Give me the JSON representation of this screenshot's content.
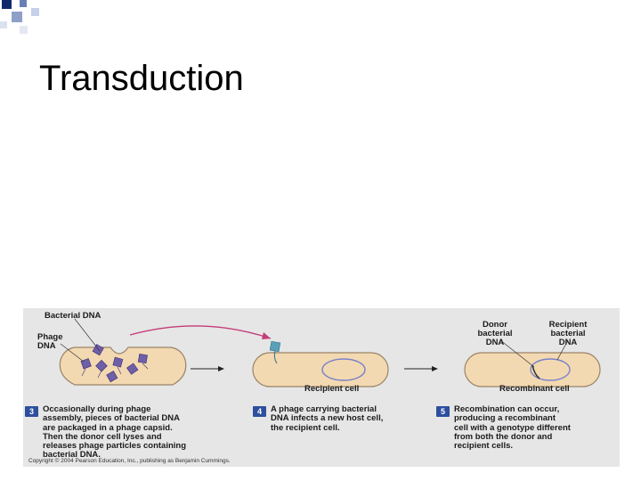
{
  "slide": {
    "title": "Transduction"
  },
  "figure": {
    "labels": {
      "bacterial_dna": "Bacterial DNA",
      "phage_dna_1": "Phage",
      "phage_dna_2": "DNA",
      "donor_dna_1": "Donor",
      "donor_dna_2": "bacterial",
      "donor_dna_3": "DNA",
      "recipient_dna_1": "Recipient",
      "recipient_dna_2": "bacterial",
      "recipient_dna_3": "DNA",
      "recipient_cell": "Recipient cell",
      "recombinant_cell": "Recombinant cell"
    },
    "steps": [
      {
        "num": "3",
        "lines": [
          "Occasionally during phage",
          "assembly, pieces of bacterial DNA",
          "are packaged in a phage capsid.",
          "Then the donor cell lyses and",
          "releases phage particles containing",
          "bacterial DNA."
        ]
      },
      {
        "num": "4",
        "lines": [
          "A phage carrying bacterial",
          "DNA infects a new host cell,",
          "the recipient cell."
        ]
      },
      {
        "num": "5",
        "lines": [
          "Recombination can occur,",
          "producing a recombinant",
          "cell with a genotype different",
          "from both the donor and",
          "recipient cells."
        ]
      }
    ],
    "copyright": "Copyright © 2004 Pearson Education, Inc., publishing as Benjamin Cummings.",
    "colors": {
      "cell_fill": "#f3d9b1",
      "cell_stroke": "#9a8468",
      "phage": "#6f5ea8",
      "recipient_dna": "#7a82c9",
      "arrow_pink": "#c43c7a",
      "step_badge": "#2d4f9e"
    }
  }
}
